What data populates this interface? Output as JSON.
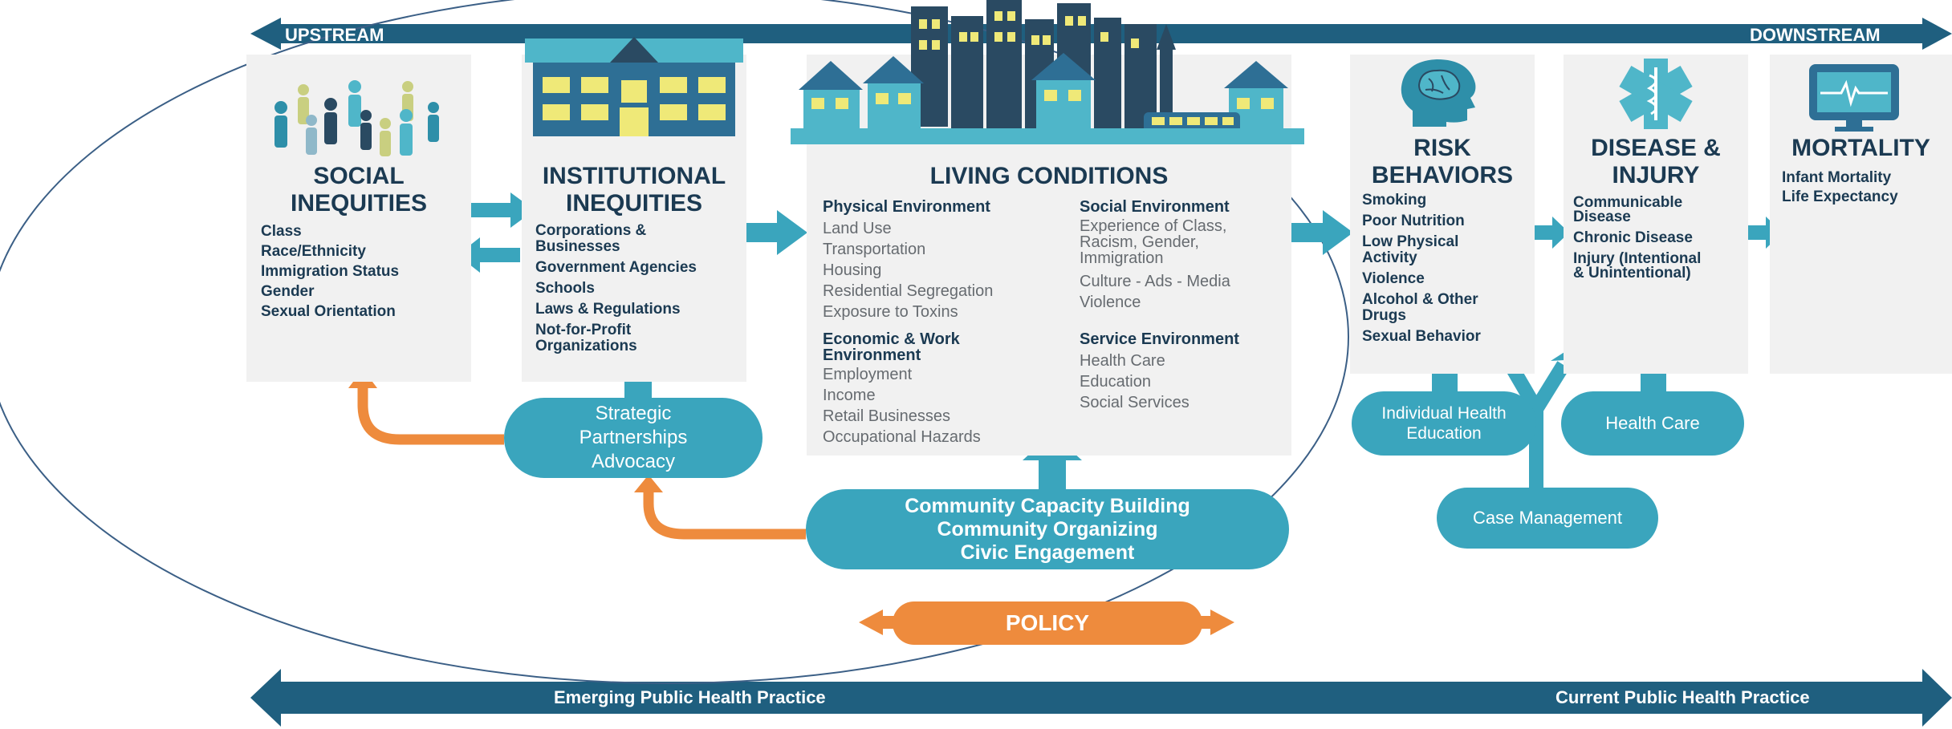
{
  "colors": {
    "teal": "#3aa5bd",
    "dark_teal": "#1f5f7f",
    "navy": "#1b3a52",
    "orange": "#ee8b3d",
    "panel": "#f1f1f1",
    "grey_text": "#666b70",
    "yellow": "#efe978"
  },
  "top_bar": {
    "upstream": "UPSTREAM",
    "downstream": "DOWNSTREAM"
  },
  "bottom_bar": {
    "left": "Emerging Public Health Practice",
    "right": "Current Public Health Practice"
  },
  "social_inequities": {
    "title": "SOCIAL\nINEQUITIES",
    "icon": "people-crowd-icon",
    "items": [
      "Class",
      "Race/Ethnicity",
      "Immigration Status",
      "Gender",
      "Sexual Orientation"
    ]
  },
  "institutional_inequities": {
    "title": "INSTITUTIONAL\nINEQUITIES",
    "icon": "school-building-icon",
    "items": [
      "Corporations &\nBusinesses",
      "Government Agencies",
      "Schools",
      "Laws & Regulations",
      "Not-for-Profit\nOrganizations"
    ]
  },
  "living_conditions": {
    "title": "LIVING CONDITIONS",
    "icon": "city-skyline-icon",
    "physical": {
      "title": "Physical Environment",
      "items": [
        "Land Use",
        "Transportation",
        "Housing",
        "Residential Segregation",
        "Exposure to Toxins"
      ]
    },
    "economic": {
      "title": "Economic & Work\nEnvironment",
      "items": [
        "Employment",
        "Income",
        "Retail Businesses",
        "Occupational Hazards"
      ]
    },
    "social": {
      "title": "Social Environment",
      "items": [
        "Experience of Class,\nRacism, Gender,\nImmigration",
        "Culture - Ads - Media",
        "Violence"
      ]
    },
    "service": {
      "title": "Service Environment",
      "items": [
        "Health Care",
        "Education",
        "Social Services"
      ]
    }
  },
  "risk_behaviors": {
    "title": "RISK\nBEHAVIORS",
    "icon": "brain-head-icon",
    "items": [
      "Smoking",
      "Poor Nutrition",
      "Low Physical\nActivity",
      "Violence",
      "Alcohol & Other\nDrugs",
      "Sexual Behavior"
    ]
  },
  "disease_injury": {
    "title": "DISEASE &\nINJURY",
    "icon": "medical-star-icon",
    "items": [
      "Communicable\nDisease",
      "Chronic Disease",
      "Injury (Intentional\n& Unintentional)"
    ]
  },
  "mortality": {
    "title": "MORTALITY",
    "icon": "heart-monitor-icon",
    "items": [
      "Infant Mortality",
      "Life Expectancy"
    ]
  },
  "interventions": {
    "strategic": "Strategic\nPartnerships\nAdvocacy",
    "community": "Community Capacity Building\nCommunity Organizing\nCivic Engagement",
    "policy": "POLICY",
    "individual": "Individual Health\nEducation",
    "health_care": "Health Care",
    "case_management": "Case Management"
  }
}
